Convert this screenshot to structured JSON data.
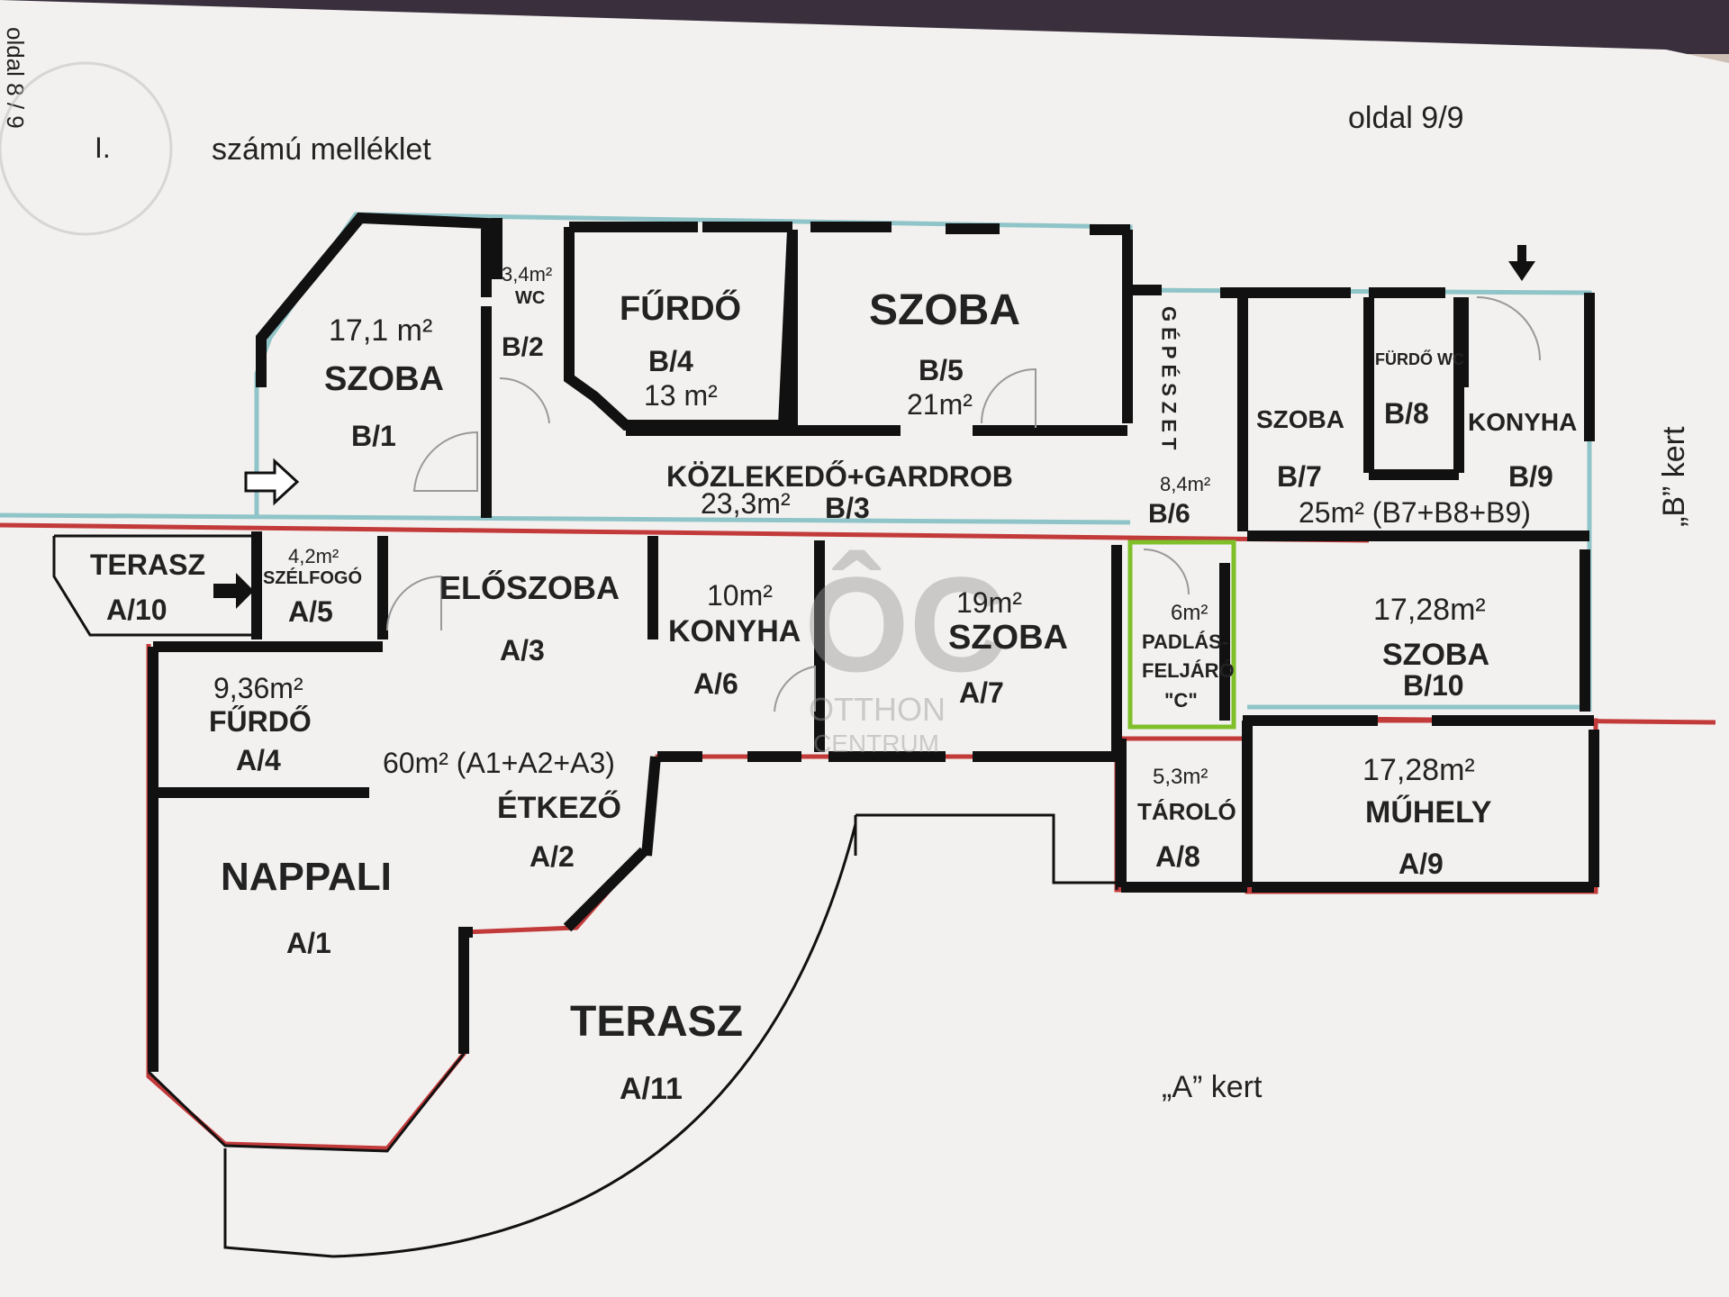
{
  "page": {
    "side_note": "oldal 8 / 9",
    "annex_number": "I.",
    "annex_label": "számú melléklet",
    "page_number": "oldal 9/9"
  },
  "gardens": {
    "a": "„A” kert",
    "b": "„B” kert"
  },
  "watermark": {
    "logo": "ÔC",
    "line1": "OTTHON",
    "line2": "CENTRUM"
  },
  "rooms": {
    "b1": {
      "area": "17,1 m²",
      "name": "SZOBA",
      "code": "B/1"
    },
    "b2": {
      "area": "3,4m²",
      "name": "WC",
      "code": "B/2"
    },
    "b4": {
      "name": "FŰRDŐ",
      "code": "B/4",
      "area": "13 m²"
    },
    "b5": {
      "name": "SZOBA",
      "code": "B/5",
      "area": "21m²"
    },
    "b3": {
      "name": "KÖZLEKEDŐ+GARDROB",
      "area": "23,3m²",
      "code": "B/3"
    },
    "b6": {
      "name": "GÉPÉSZET",
      "area": "8,4m²",
      "code": "B/6"
    },
    "b7": {
      "name": "SZOBA",
      "code": "B/7"
    },
    "b8": {
      "name": "FÜRDŐ WC",
      "code": "B/8"
    },
    "b9": {
      "name": "KONYHA",
      "code": "B/9"
    },
    "b789": {
      "area": "25m² (B7+B8+B9)"
    },
    "b10": {
      "area": "17,28m²",
      "name": "SZOBA",
      "code": "B/10"
    },
    "a10": {
      "name": "TERASZ",
      "code": "A/10"
    },
    "a5": {
      "area": "4,2m²",
      "name": "SZÉLFOGÓ",
      "code": "A/5"
    },
    "a3": {
      "name": "ELŐSZOBA",
      "code": "A/3"
    },
    "a6": {
      "area": "10m²",
      "name": "KONYHA",
      "code": "A/6"
    },
    "a7": {
      "area": "19m²",
      "name": "SZOBA",
      "code": "A/7"
    },
    "c": {
      "area": "6m²",
      "name1": "PADLÁS-",
      "name2": "FELJÁRÓ",
      "code": "\"C\""
    },
    "a4": {
      "area": "9,36m²",
      "name": "FŰRDŐ",
      "code": "A/4"
    },
    "a123": {
      "area": "60m² (A1+A2+A3)"
    },
    "a2": {
      "name": "ÉTKEZŐ",
      "code": "A/2"
    },
    "a1": {
      "name": "NAPPALI",
      "code": "A/1"
    },
    "a11": {
      "name": "TERASZ",
      "code": "A/11"
    },
    "a8": {
      "area": "5,3m²",
      "name": "TÁROLÓ",
      "code": "A/8"
    },
    "a9": {
      "area": "17,28m²",
      "name": "MŰHELY",
      "code": "A/9"
    }
  },
  "colors": {
    "b_outline": "#8fc4c8",
    "a_outline": "#c23a3a",
    "c_outline": "#7fbf2a",
    "wall": "#111111"
  }
}
